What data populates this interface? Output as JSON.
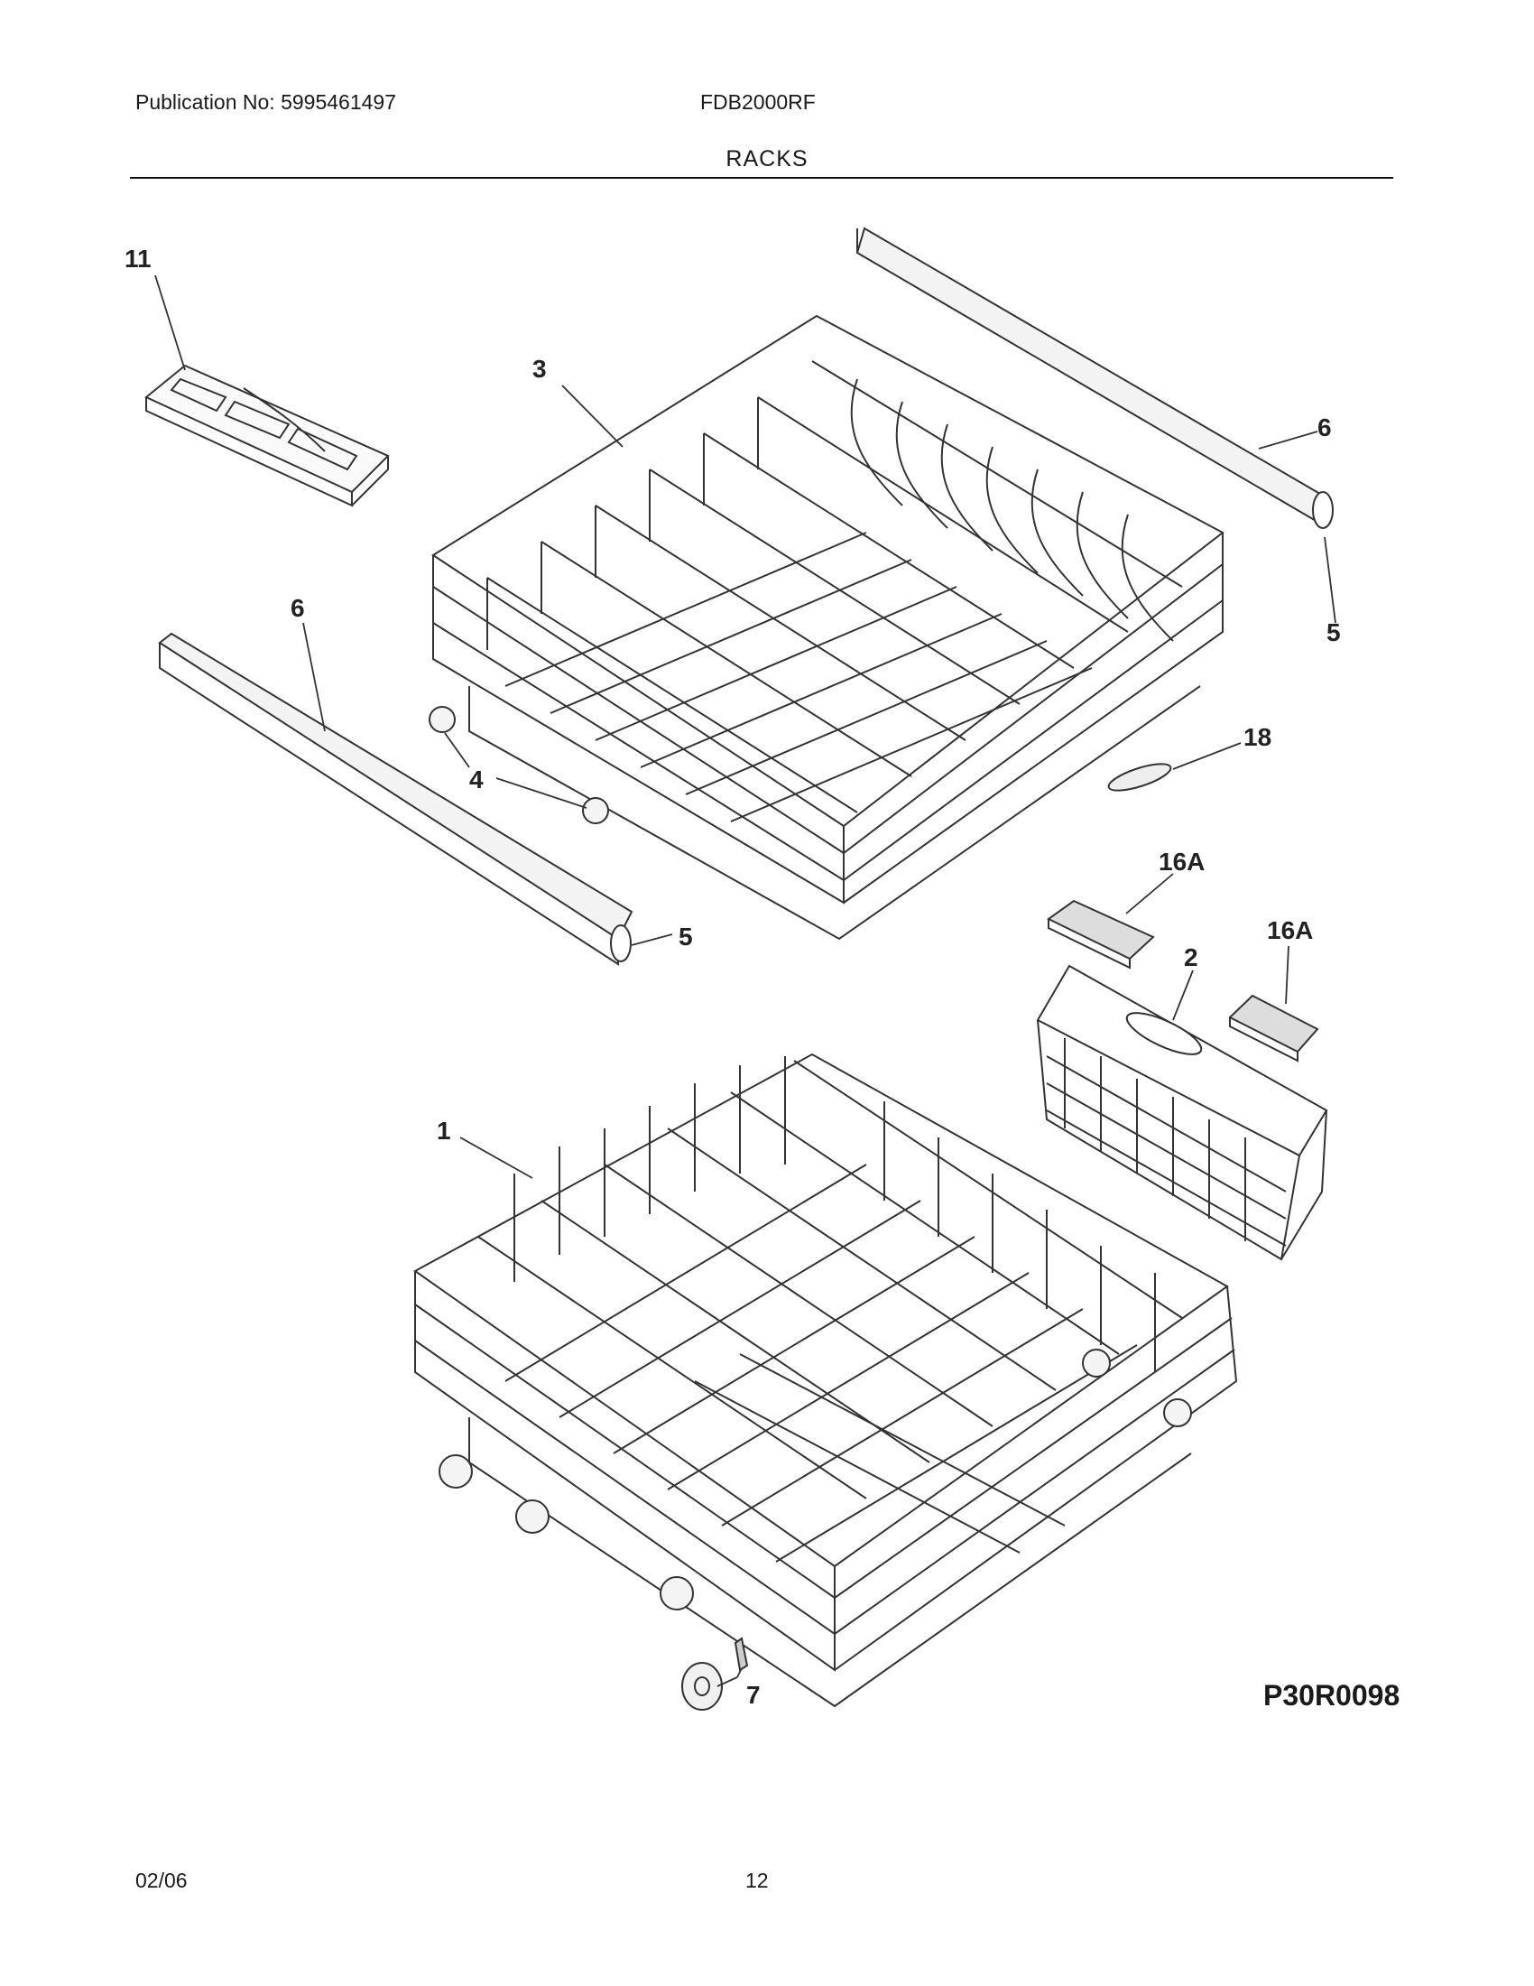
{
  "header": {
    "publication": "Publication No: 5995461497",
    "model": "FDB2000RF",
    "title": "RACKS"
  },
  "callouts": {
    "c11": "11",
    "c3": "3",
    "c6_top": "6",
    "c5_top": "5",
    "c6_left": "6",
    "c4": "4",
    "c18": "18",
    "c5_bottom": "5",
    "c16a_1": "16A",
    "c16a_2": "16A",
    "c2": "2",
    "c1": "1",
    "c7": "7"
  },
  "figure_code": "P30R0098",
  "footer": {
    "date": "02/06",
    "page": "12"
  }
}
